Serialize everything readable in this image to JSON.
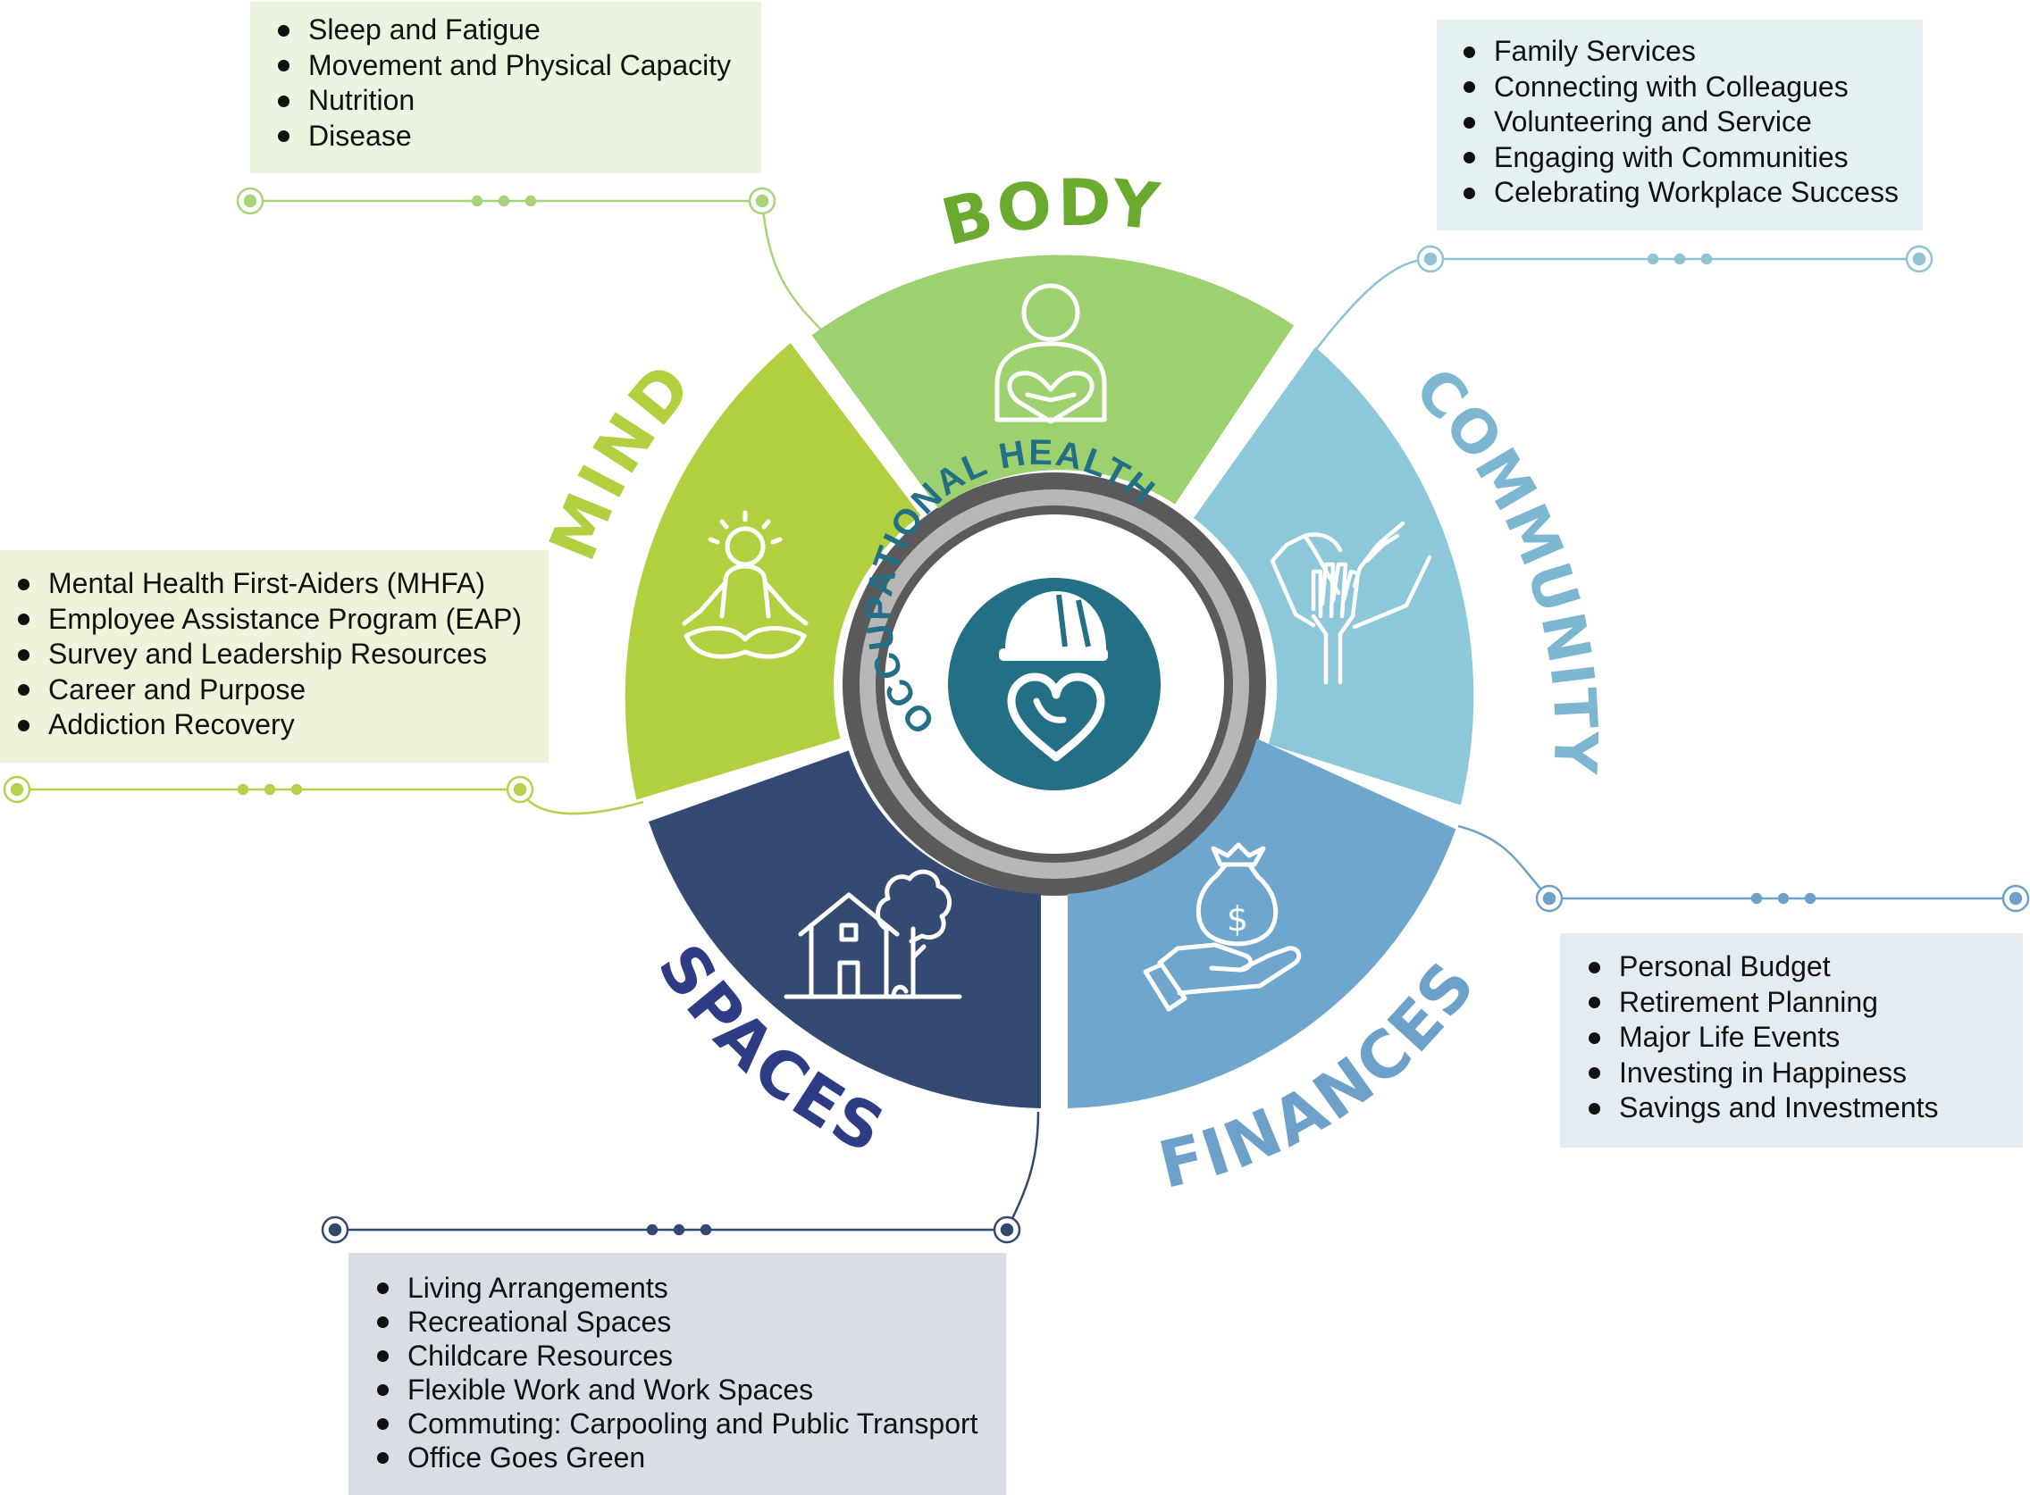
{
  "center": {
    "label": "OCCUPATIONAL HEALTH"
  },
  "segments": {
    "body": {
      "label": "BODY",
      "color": "#9dd06e",
      "text_color": "#6aaa2e"
    },
    "community": {
      "label": "COMMUNITY",
      "color": "#8cc7da",
      "text_color": "#7cb6d0"
    },
    "finances": {
      "label": "FINANCES",
      "color": "#6ea6cd",
      "text_color": "#6ea1c9"
    },
    "spaces": {
      "label": "SPACES",
      "color": "#344a72",
      "text_color": "#2d3c84"
    },
    "mind": {
      "label": "MIND",
      "color": "#b1d03f",
      "text_color": "#b1d03f"
    }
  },
  "lists": {
    "body": [
      "Sleep and Fatigue",
      "Movement and Physical Capacity",
      "Nutrition",
      "Disease"
    ],
    "community": [
      "Family Services",
      "Connecting with Colleagues",
      "Volunteering and Service",
      "Engaging with Communities",
      "Celebrating Workplace Success"
    ],
    "mind": [
      "Mental Health First-Aiders (MHFA)",
      "Employee Assistance Program (EAP)",
      "Survey and Leadership Resources",
      "Career and Purpose",
      "Addiction Recovery"
    ],
    "finances": [
      "Personal Budget",
      "Retirement Planning",
      "Major Life Events",
      "Investing in Happiness",
      "Savings and Investments"
    ],
    "spaces": [
      "Living Arrangements",
      "Recreational Spaces",
      "Childcare Resources",
      "Flexible Work and Work Spaces",
      "Commuting: Carpooling and Public Transport",
      "Office Goes Green"
    ]
  },
  "icons": {
    "center": "hardhat-heart-icon",
    "body": "person-heart-icon",
    "mind": "meditation-icon",
    "community": "joined-hands-icon",
    "finances": "money-bag-hand-icon",
    "spaces": "house-tree-icon"
  },
  "colors": {
    "center_teal": "#236f86",
    "ring_dark": "#5a5a5c",
    "ring_light": "#b7b7b7"
  }
}
